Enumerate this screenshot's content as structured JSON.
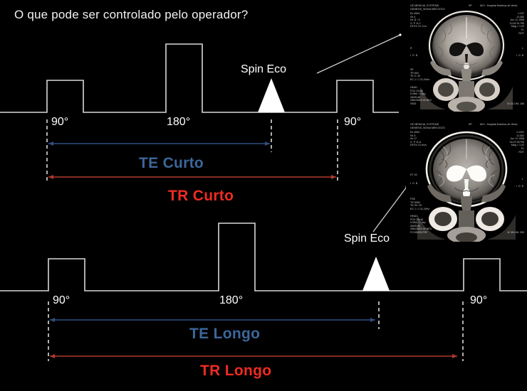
{
  "slide": {
    "title": "O que pode ser controlado pelo operador?",
    "background_color": "#000000"
  },
  "colors": {
    "waveform": "#d8d8d8",
    "baseline": "#d8d8d8",
    "te_arrow": "#2f4f82",
    "te_text": "#3d6699",
    "tr_arrow": "#b03a2e",
    "tr_text": "#ee2b22",
    "dashed_guide": "#e8e8e8",
    "echo_fill": "#ffffff",
    "pointer_line": "#cfcfcf",
    "label_text": "#ffffff"
  },
  "sequences": [
    {
      "name": "short",
      "pulses": [
        {
          "label": "90°"
        },
        {
          "label": "180°"
        },
        {
          "label": "90°"
        }
      ],
      "echo_label": "Spin Eco",
      "te_label": "TE Curto",
      "tr_label": "TR Curto"
    },
    {
      "name": "long",
      "pulses": [
        {
          "label": "90°"
        },
        {
          "label": "180°"
        },
        {
          "label": "90°"
        }
      ],
      "echo_label": "Spin Eco",
      "te_label": "TE Longo",
      "tr_label": "TR Longo"
    }
  ],
  "mri_images": [
    {
      "id": "t1-coronal",
      "weighting_hint": "T1",
      "header_left_line1": "GE MEDICAL SYSTEMS",
      "header_left_line2": "GENESIS_SIGNA MR/i DOCS",
      "header_mid": "SP",
      "header_right": "MCI - Hospital Moinhos de Vento",
      "left_block": [
        "Ex 4594",
        "Se 4",
        "Im 11 +C",
        "O  P 11.1",
        "DFOV 21.7cm"
      ],
      "right_block": [
        "1:197",
        "11:382",
        "Jun 11 1998",
        "10:42:31 PM",
        "Mag = 1.02",
        "FL",
        "ROT"
      ],
      "orient_left": "R",
      "orient_right": "L",
      "side_stack": "I  O  B",
      "tech_block": [
        "SE",
        "TR 500",
        "TE 9 / Ef",
        "EC 1 / 1 31.2kHz"
      ],
      "coil_block": [
        "HEAD",
        "FOV 22x16",
        "5.0thk / 1.5sp",
        "26/05:48",
        "256x256/2.00 NEX",
        "VB/D"
      ],
      "footer_right": "W 313 WL 166"
    },
    {
      "id": "t2-coronal",
      "weighting_hint": "T2",
      "header_left_line1": "GE MEDICAL SYSTEMS",
      "header_left_line2": "GENESIS_SIGNA MR/i DOCS",
      "header_mid": "SP",
      "header_right": "MCI - Hospital Moinhos de Vento",
      "left_block": [
        "Ex 4594",
        "Se 3",
        "Im 17",
        "O  P 11.8",
        "DFOV 21.9cm"
      ],
      "right_block": [
        "1:1291",
        "11:362",
        "Jun 11 1998",
        "04:37:28 PM",
        "Mag = 1.02",
        "FL",
        "ROT"
      ],
      "orient_left": "ET 16",
      "orient_right": "L",
      "side_stack": "I  O  B",
      "tech_block": [
        "FSE",
        "TR 5000",
        "TE 99 / Ef",
        "EC 1 / 1 31.2kHz"
      ],
      "coil_block": [
        "HEAD",
        "FOV 22x16",
        "5.0thk / 1.5sp",
        "26/05:48",
        "256x256/2.00 NEX",
        "FC/VB/ED/TRF"
      ],
      "footer_right": "W 394 WL 339"
    }
  ]
}
